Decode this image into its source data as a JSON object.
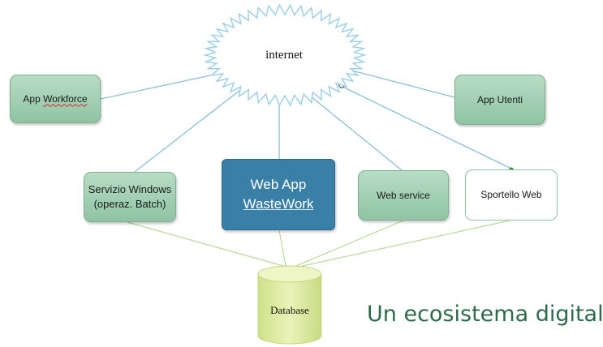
{
  "nodes": {
    "internet": "internet",
    "app_workforce": "App Workforce",
    "app_utenti": "App Utenti",
    "servizio_windows": [
      "Servizio Windows",
      "(operaz. Batch)"
    ],
    "web_app": [
      "Web App",
      "WasteWork"
    ],
    "web_service": "Web service",
    "sportello_web": "Sportello Web",
    "database": "Database"
  },
  "title": "Un ecosistema digitale",
  "colors": {
    "green_box": "#9fcfb1",
    "web_app_box": "#3a7fa6",
    "connector_blue": "#8bbfd6",
    "connector_green": "#b9d89a",
    "database": "#d8e79a",
    "title": "#2f6b4a"
  }
}
